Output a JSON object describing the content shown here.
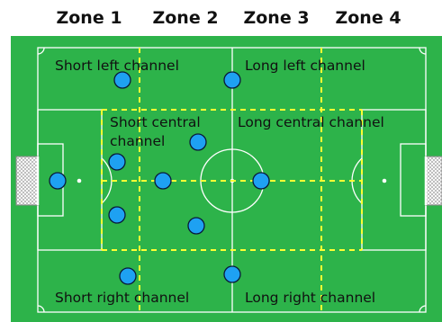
{
  "zones": [
    "Zone 1",
    "Zone 2",
    "Zone 3",
    "Zone 4"
  ],
  "channels": {
    "short_left": "Short left channel",
    "long_left": "Long left channel",
    "short_central_line1": "Short central",
    "short_central_line2": "channel",
    "long_central": "Long central channel",
    "short_right": "Short right channel",
    "long_right": "Long right channel"
  },
  "colors": {
    "pitch": "#2db34a",
    "lines": "#ffffff",
    "zone_dividers": "#ffff33",
    "players": "#1ea1f2",
    "player_outline": "#0a1a3a"
  },
  "players": [
    "player",
    "player",
    "player",
    "player",
    "player",
    "player",
    "player",
    "player",
    "player",
    "player",
    "player"
  ]
}
